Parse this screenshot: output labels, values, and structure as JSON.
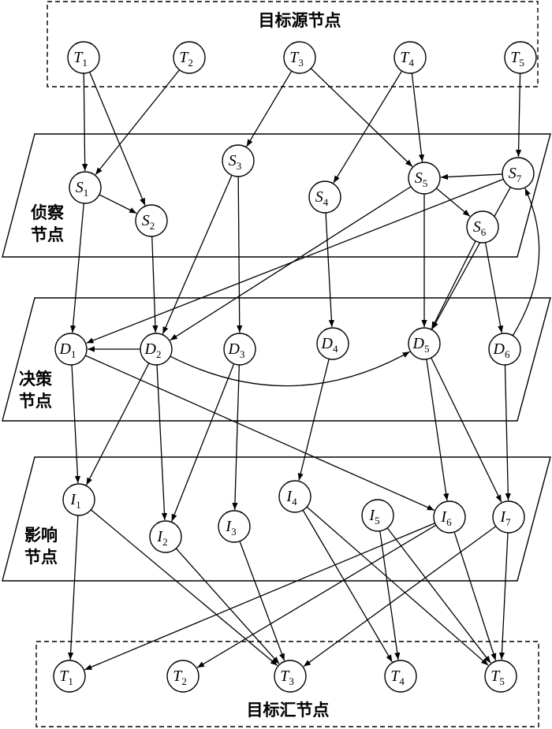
{
  "labels": {
    "source": "目标源节点",
    "sink": "目标汇节点",
    "recon": [
      "侦察",
      "节点"
    ],
    "decision": [
      "决策",
      "节点"
    ],
    "influence": [
      "影响",
      "节点"
    ]
  },
  "nodes": [
    {
      "id": "Ts1",
      "letter": "T",
      "sub": "1"
    },
    {
      "id": "Ts2",
      "letter": "T",
      "sub": "2"
    },
    {
      "id": "Ts3",
      "letter": "T",
      "sub": "3"
    },
    {
      "id": "Ts4",
      "letter": "T",
      "sub": "4"
    },
    {
      "id": "Ts5",
      "letter": "T",
      "sub": "5"
    },
    {
      "id": "S1",
      "letter": "S",
      "sub": "1"
    },
    {
      "id": "S2",
      "letter": "S",
      "sub": "2"
    },
    {
      "id": "S3",
      "letter": "S",
      "sub": "3"
    },
    {
      "id": "S4",
      "letter": "S",
      "sub": "4"
    },
    {
      "id": "S5",
      "letter": "S",
      "sub": "5"
    },
    {
      "id": "S6",
      "letter": "S",
      "sub": "6"
    },
    {
      "id": "S7",
      "letter": "S",
      "sub": "7"
    },
    {
      "id": "D1",
      "letter": "D",
      "sub": "1"
    },
    {
      "id": "D2",
      "letter": "D",
      "sub": "2"
    },
    {
      "id": "D3",
      "letter": "D",
      "sub": "3"
    },
    {
      "id": "D4",
      "letter": "D",
      "sub": "4"
    },
    {
      "id": "D5",
      "letter": "D",
      "sub": "5"
    },
    {
      "id": "D6",
      "letter": "D",
      "sub": "6"
    },
    {
      "id": "I1",
      "letter": "I",
      "sub": "1"
    },
    {
      "id": "I2",
      "letter": "I",
      "sub": "2"
    },
    {
      "id": "I3",
      "letter": "I",
      "sub": "3"
    },
    {
      "id": "I4",
      "letter": "I",
      "sub": "4"
    },
    {
      "id": "I5",
      "letter": "I",
      "sub": "5"
    },
    {
      "id": "I6",
      "letter": "I",
      "sub": "6"
    },
    {
      "id": "I7",
      "letter": "I",
      "sub": "7"
    },
    {
      "id": "Tk1",
      "letter": "T",
      "sub": "1"
    },
    {
      "id": "Tk2",
      "letter": "T",
      "sub": "2"
    },
    {
      "id": "Tk3",
      "letter": "T",
      "sub": "3"
    },
    {
      "id": "Tk4",
      "letter": "T",
      "sub": "4"
    },
    {
      "id": "Tk5",
      "letter": "T",
      "sub": "5"
    }
  ],
  "edges": [
    [
      "Ts1",
      "S1"
    ],
    [
      "Ts1",
      "S2"
    ],
    [
      "Ts2",
      "S1"
    ],
    [
      "Ts3",
      "S3"
    ],
    [
      "Ts3",
      "S5"
    ],
    [
      "Ts4",
      "S4"
    ],
    [
      "Ts4",
      "S5"
    ],
    [
      "Ts5",
      "S7"
    ],
    [
      "S1",
      "S2"
    ],
    [
      "S1",
      "D1"
    ],
    [
      "S2",
      "D2"
    ],
    [
      "S3",
      "D2"
    ],
    [
      "S3",
      "D3"
    ],
    [
      "S4",
      "D4"
    ],
    [
      "S5",
      "S6"
    ],
    [
      "S5",
      "D5"
    ],
    [
      "S5",
      "D2"
    ],
    [
      "S7",
      "S5"
    ],
    [
      "S7",
      "D1"
    ],
    [
      "S7",
      "D5"
    ],
    [
      "S6",
      "D5"
    ],
    [
      "S6",
      "D6"
    ],
    [
      "D2",
      "D1"
    ],
    [
      "D2",
      "D5"
    ],
    [
      "D6",
      "S7"
    ],
    [
      "D1",
      "I1"
    ],
    [
      "D1",
      "I6"
    ],
    [
      "D2",
      "I1"
    ],
    [
      "D2",
      "I2"
    ],
    [
      "D3",
      "I2"
    ],
    [
      "D3",
      "I3"
    ],
    [
      "D4",
      "I4"
    ],
    [
      "D5",
      "I6"
    ],
    [
      "D5",
      "I7"
    ],
    [
      "D6",
      "I7"
    ],
    [
      "I1",
      "Tk1"
    ],
    [
      "I1",
      "Tk3"
    ],
    [
      "I2",
      "Tk3"
    ],
    [
      "I3",
      "Tk3"
    ],
    [
      "I4",
      "Tk4"
    ],
    [
      "I4",
      "Tk5"
    ],
    [
      "I5",
      "Tk4"
    ],
    [
      "I5",
      "Tk5"
    ],
    [
      "I6",
      "Tk1"
    ],
    [
      "I6",
      "Tk2"
    ],
    [
      "I6",
      "Tk5"
    ],
    [
      "I7",
      "Tk3"
    ],
    [
      "I7",
      "Tk5"
    ]
  ]
}
